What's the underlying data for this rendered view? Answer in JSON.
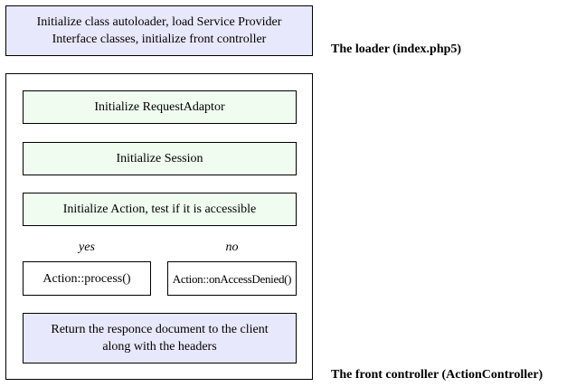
{
  "loader": {
    "box_line1": "Initialize class autoloader, load Service Provider",
    "box_line2": "Interface classes, initialize front controller",
    "caption": "The loader (index.php5)"
  },
  "front_controller": {
    "steps": [
      "Initialize RequestAdaptor",
      "Initialize Session",
      "Initialize Action, test if it is accessible"
    ],
    "branch_yes": "yes",
    "branch_no": "no",
    "action_yes": "Action::process()",
    "action_no": "Action::onAccessDenied()",
    "return_line1": "Return the responce document to the client",
    "return_line2": "along with the headers",
    "caption": "The front controller (ActionController)"
  }
}
